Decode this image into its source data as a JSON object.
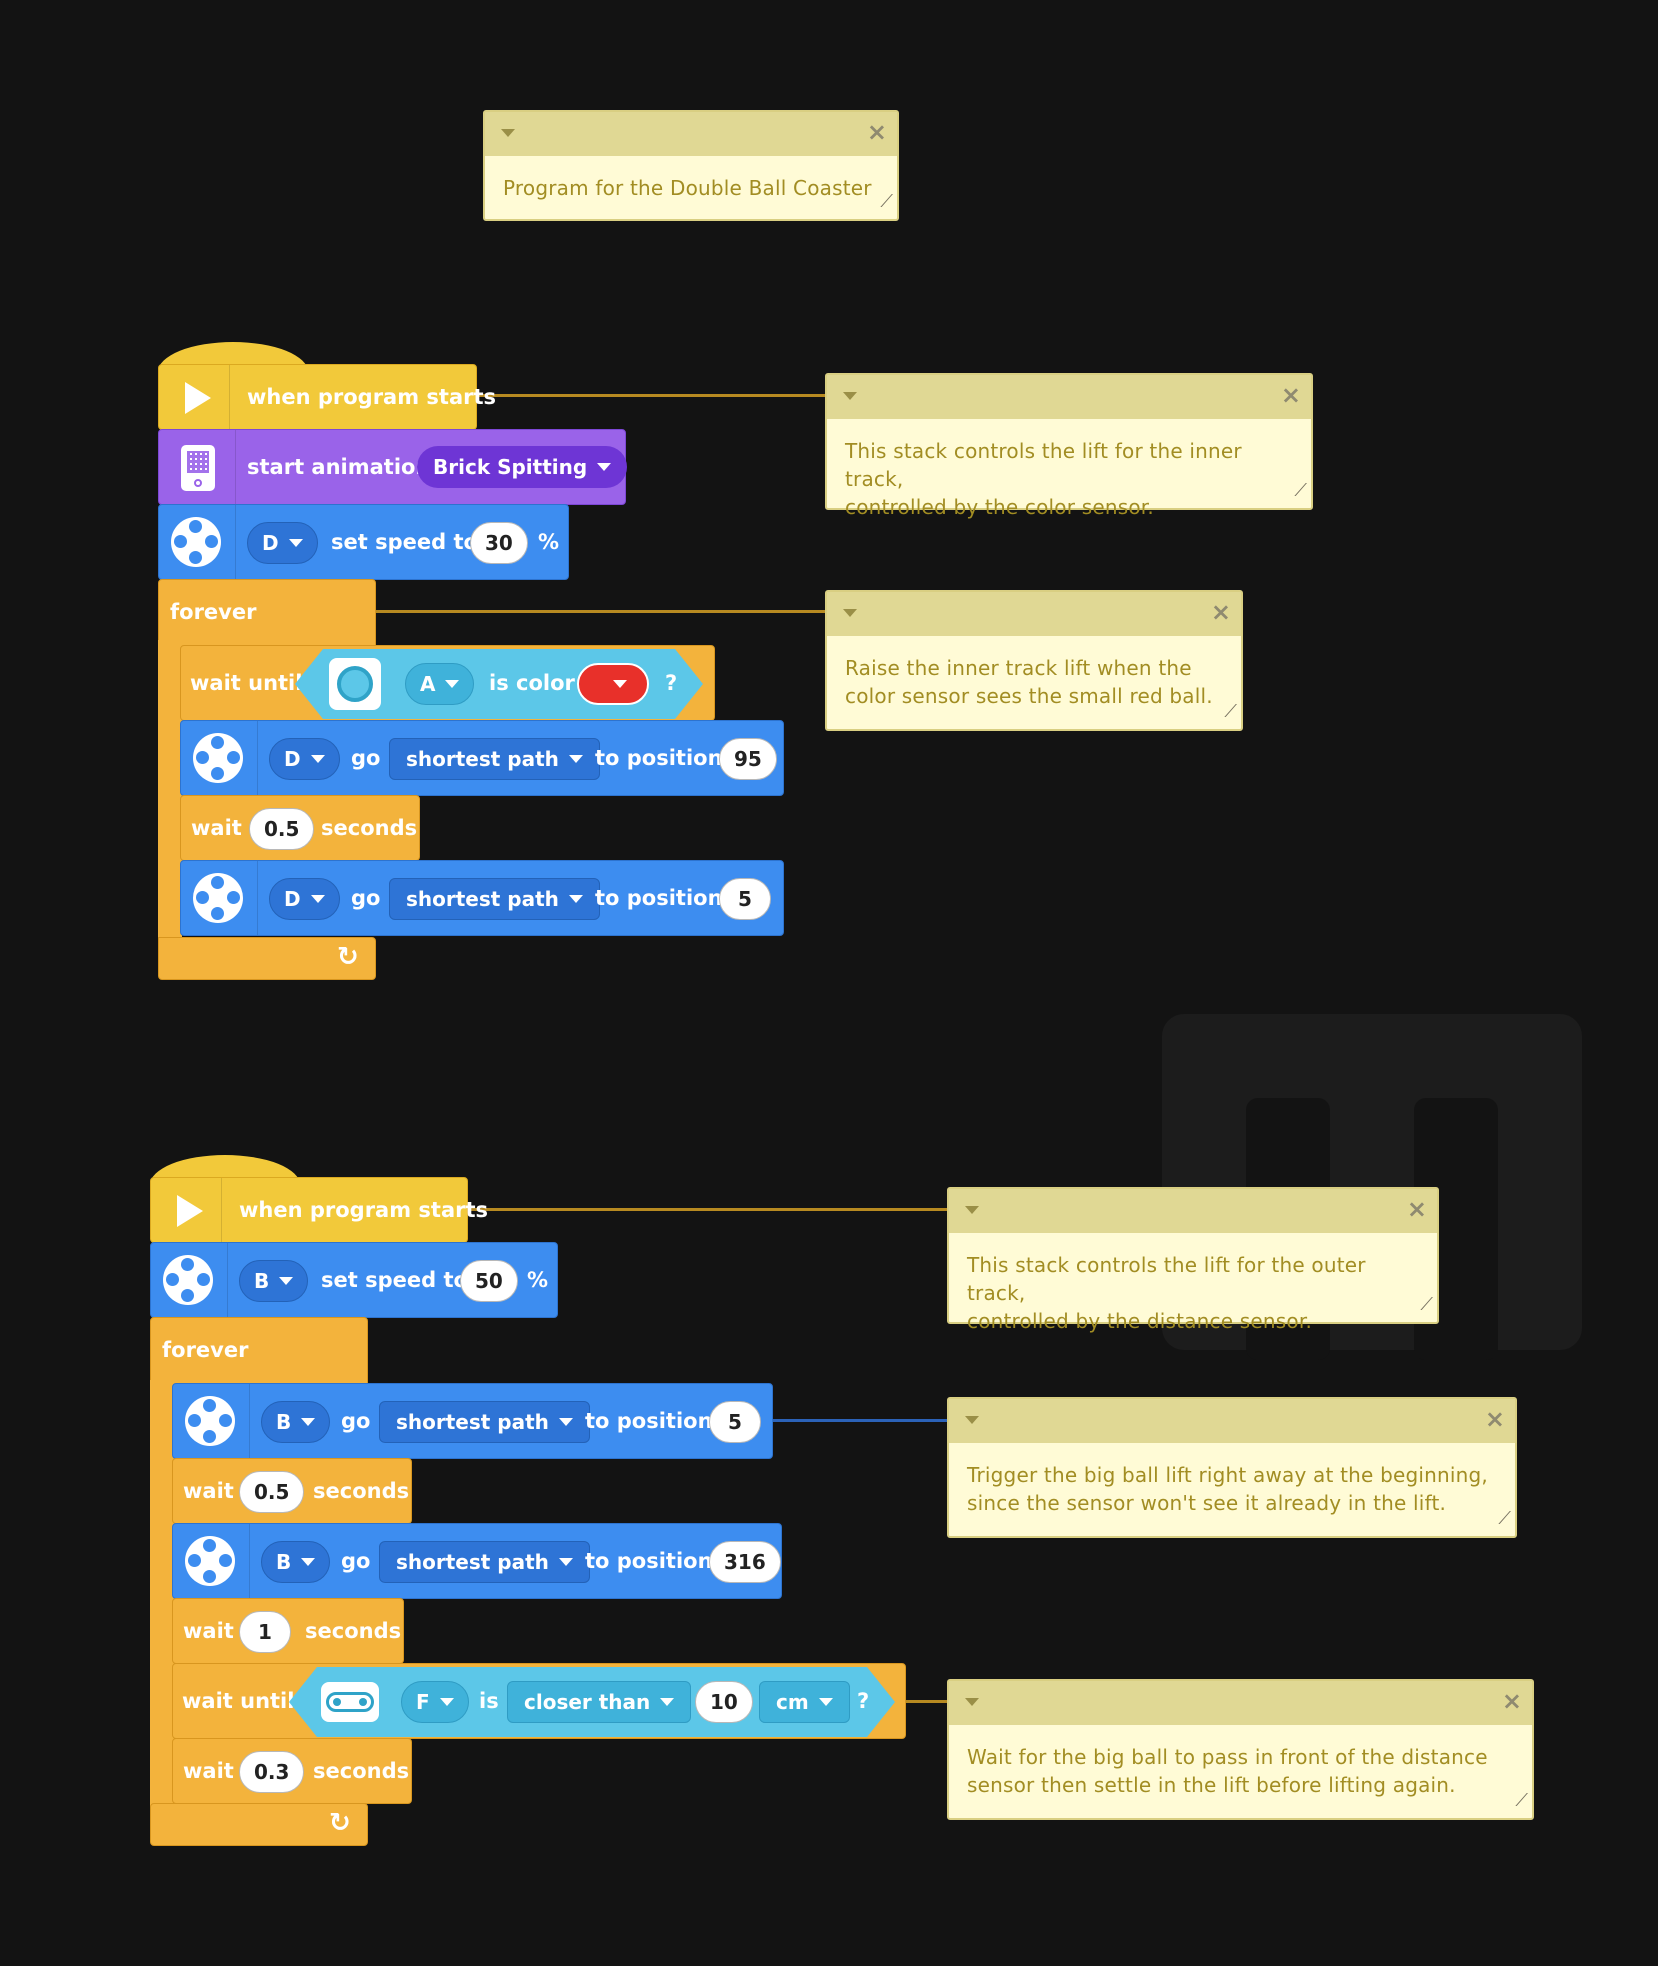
{
  "colors": {
    "background": "#131313",
    "motor_blue": "#3d8df0",
    "control_orange": "#f3b33c",
    "event_yellow": "#f2c93a",
    "light_purple": "#9a63e9",
    "sensor_cyan": "#5cc7e8",
    "comment_fill": "#fffbd6",
    "red_color_value": "#e8302a"
  },
  "comments": {
    "title": "Program for the Double Ball Coaster",
    "inner_stack": "This stack controls the lift for the inner track,\ncontrolled by the color sensor.",
    "inner_raise": "Raise the inner track lift when the\ncolor sensor sees the small red ball.",
    "outer_stack": "This stack controls the lift for the outer track,\ncontrolled by the distance sensor.",
    "outer_trigger": "Trigger the big ball lift right away at the beginning,\nsince the sensor won't see it already in the lift.",
    "outer_wait": "Wait for the big ball to pass in front of the distance\nsensor then settle in the lift before lifting again.",
    "close_glyph": "×",
    "grip_glyph": "⟋"
  },
  "stack1": {
    "hat_label": "when program starts",
    "animation_label": "start animation",
    "animation_value": "Brick Spitting",
    "speed_port": "D",
    "speed_label": "set speed to",
    "speed_value": "30",
    "speed_unit": "%",
    "forever_label": "forever",
    "wait_until_label": "wait until",
    "color_port": "A",
    "is_color_label": "is color",
    "question": "?",
    "go1_port": "D",
    "go_label": "go",
    "path_label": "shortest path",
    "to_position_label": "to position",
    "go1_position": "95",
    "wait_label": "wait",
    "wait1_value": "0.5",
    "seconds_label": "seconds",
    "go2_port": "D",
    "go2_position": "5"
  },
  "stack2": {
    "hat_label": "when program starts",
    "speed_port": "B",
    "speed_label": "set speed to",
    "speed_value": "50",
    "speed_unit": "%",
    "forever_label": "forever",
    "go1_port": "B",
    "go_label": "go",
    "path_label": "shortest path",
    "to_position_label": "to position",
    "go1_position": "5",
    "wait_label": "wait",
    "wait1_value": "0.5",
    "seconds_label": "seconds",
    "go2_port": "B",
    "go2_position": "316",
    "wait2_value": "1",
    "wait_until_label": "wait until",
    "dist_port": "F",
    "is_label": "is",
    "compare_label": "closer than",
    "dist_value": "10",
    "dist_unit": "cm",
    "question": "?",
    "wait3_value": "0.3"
  }
}
